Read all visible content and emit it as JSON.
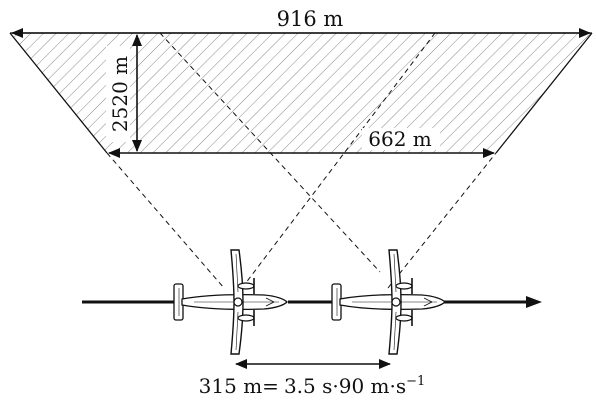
{
  "diagram": {
    "labels": {
      "top_width": "916 m",
      "inner_width": "662 m",
      "height": "2520 m",
      "spacing_value": "315 m=",
      "spacing_time": "3.5 s",
      "spacing_dot1": "·",
      "spacing_speed": "90 m",
      "spacing_dot2": "·",
      "spacing_unit": "s",
      "spacing_exponent": "−1"
    },
    "aircraft_count": 2,
    "colors": {
      "line": "#111111",
      "hatch": "#8a8a8a",
      "aircraft_fill": "#ffffff"
    }
  }
}
